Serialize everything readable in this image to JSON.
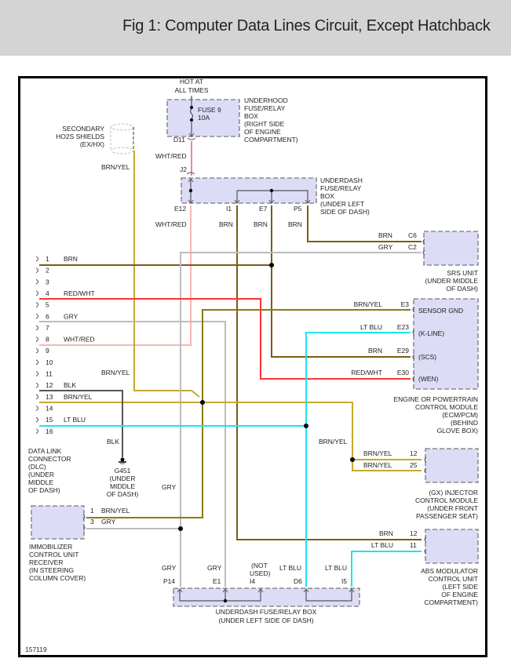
{
  "header": {
    "title": "Fig 1: Computer Data Lines Circuit, Except Hatchback"
  },
  "diagram": {
    "figure_id": "157119",
    "power": {
      "hot_label_1": "HOT AT",
      "hot_label_2": "ALL TIMES",
      "fuse_name": "FUSE 9",
      "fuse_rating": "10A",
      "box_label": [
        "UNDERHOOD",
        "FUSE/RELAY",
        "BOX",
        "(RIGHT SIDE",
        "OF ENGINE",
        "COMPARTMENT)"
      ],
      "terminal": "D11"
    },
    "ho2s_shields": {
      "label": [
        "SECONDARY",
        "HO2S SHIELDS",
        "(EX/HX)"
      ],
      "wire": "BRN/YEL"
    },
    "underdash_top": {
      "label": [
        "UNDERDASH",
        "FUSE/RELAY",
        "BOX",
        "(UNDER LEFT",
        "SIDE OF DASH)"
      ],
      "in_terminal": "J2",
      "in_wire": "WHT/RED",
      "terminals": [
        {
          "pin": "E12",
          "wire": "WHT/RED"
        },
        {
          "pin": "I1",
          "wire": "BRN"
        },
        {
          "pin": "E7",
          "wire": "BRN"
        },
        {
          "pin": "P5",
          "wire": "BRN"
        }
      ]
    },
    "dlc": {
      "label": [
        "DATA LINK",
        "CONNECTOR",
        "(DLC)",
        "(UNDER",
        "MIDDLE",
        "OF DASH)"
      ],
      "pins": [
        {
          "pin": "1",
          "wire": "BRN"
        },
        {
          "pin": "2",
          "wire": ""
        },
        {
          "pin": "3",
          "wire": ""
        },
        {
          "pin": "4",
          "wire": "RED/WHT"
        },
        {
          "pin": "5",
          "wire": ""
        },
        {
          "pin": "6",
          "wire": "GRY"
        },
        {
          "pin": "7",
          "wire": ""
        },
        {
          "pin": "8",
          "wire": "WHT/RED"
        },
        {
          "pin": "9",
          "wire": ""
        },
        {
          "pin": "10",
          "wire": ""
        },
        {
          "pin": "11",
          "wire": ""
        },
        {
          "pin": "12",
          "wire": "BLK"
        },
        {
          "pin": "13",
          "wire": "BRN/YEL"
        },
        {
          "pin": "14",
          "wire": ""
        },
        {
          "pin": "15",
          "wire": "LT BLU"
        },
        {
          "pin": "16",
          "wire": ""
        }
      ]
    },
    "srs": {
      "label": [
        "SRS UNIT",
        "(UNDER MIDDLE",
        "OF DASH)"
      ],
      "pins": [
        {
          "pin": "C6",
          "wire": "BRN"
        },
        {
          "pin": "C2",
          "wire": "GRY"
        }
      ]
    },
    "ecm": {
      "label": [
        "ENGINE OR POWERTRAIN",
        "CONTROL MODULE",
        "(ECM/PCM)",
        "(BEHIND",
        "GLOVE BOX)"
      ],
      "pins": [
        {
          "pin": "E3",
          "wire": "BRN/YEL",
          "signal": "SENSOR GND"
        },
        {
          "pin": "E23",
          "wire": "LT BLU",
          "signal": "(K-LINE)"
        },
        {
          "pin": "E29",
          "wire": "BRN",
          "signal": "(SCS)"
        },
        {
          "pin": "E30",
          "wire": "RED/WHT",
          "signal": "(WEN)"
        }
      ]
    },
    "ground": {
      "wire": "BLK",
      "label": [
        "G451",
        "(UNDER",
        "MIDDLE",
        "OF DASH)"
      ]
    },
    "misc_wire_labels": {
      "brnyel_mid": "BRN/YEL",
      "brnyel_inj": "BRN/YEL",
      "gry_mid": "GRY"
    },
    "injector": {
      "label": [
        "(GX)   INJECTOR",
        "CONTROL MODULE",
        "(UNDER FRONT",
        "PASSENGER SEAT)"
      ],
      "pins": [
        {
          "pin": "12",
          "wire": "BRN/YEL"
        },
        {
          "pin": "25",
          "wire": "BRN/YEL"
        }
      ]
    },
    "immobilizer": {
      "label": [
        "IMMOBILIZER",
        "CONTROL UNIT",
        "RECEIVER",
        "(IN STEERING",
        "COLUMN COVER)"
      ],
      "pins": [
        {
          "pin": "1",
          "wire": "BRN/YEL"
        },
        {
          "pin": "3",
          "wire": "GRY"
        }
      ]
    },
    "abs": {
      "label": [
        "ABS MODULATOR",
        "CONTROL UNIT",
        "(LEFT SIDE",
        "OF ENGINE",
        "COMPARTMENT)"
      ],
      "pins": [
        {
          "pin": "12",
          "wire": "BRN"
        },
        {
          "pin": "11",
          "wire": "LT BLU"
        }
      ]
    },
    "underdash_bottom": {
      "label_1": "UNDERDASH FUSE/RELAY BOX",
      "label_2": "(UNDER LEFT SIDE OF DASH)",
      "terminals": [
        {
          "pin": "P14",
          "wire": "GRY"
        },
        {
          "pin": "E1",
          "wire": "GRY"
        },
        {
          "pin": "I4",
          "wire": "(NOT",
          "wire2": "USED)"
        },
        {
          "pin": "D6",
          "wire": "LT BLU"
        },
        {
          "pin": "I5",
          "wire": "LT BLU"
        }
      ]
    }
  }
}
